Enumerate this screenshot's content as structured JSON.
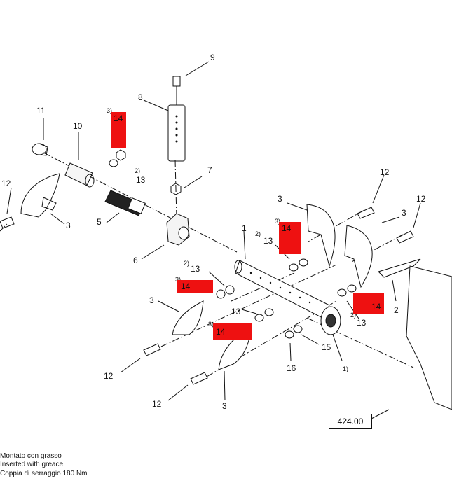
{
  "part_numbers": {
    "p1": "1",
    "p2": "2",
    "p3": "3",
    "p5": "5",
    "p6": "6",
    "p7": "7",
    "p8": "8",
    "p9": "9",
    "p10": "10",
    "p11": "11",
    "p12": "12",
    "p13": "13",
    "p14": "14",
    "p15": "15",
    "p16": "16"
  },
  "note_refs": {
    "n1": "1)",
    "n2": "2)",
    "n3": "3)"
  },
  "reference_number": "424.00",
  "notes": [
    "Montato con grasso",
    "Inserted with greace",
    "Coppia di serraggio 180 Nm"
  ],
  "colors": {
    "highlight": "#ee1111",
    "ink": "#111111"
  }
}
